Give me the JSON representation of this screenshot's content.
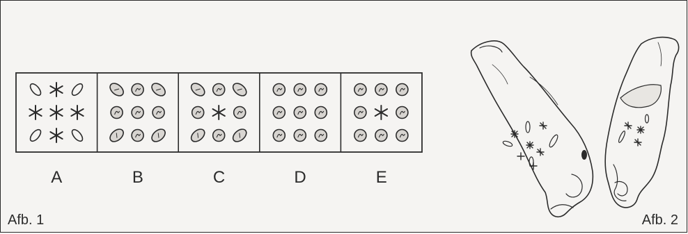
{
  "figures": {
    "afb1": {
      "caption": "Afb. 1",
      "panels": [
        {
          "label": "A",
          "motifs": [
            "leaf",
            "star",
            "leaf",
            "star",
            "star",
            "star",
            "leaf",
            "star",
            "leaf"
          ]
        },
        {
          "label": "B",
          "motifs": [
            "leaf",
            "seed",
            "leaf",
            "seed",
            "seed",
            "seed",
            "leaf",
            "seed",
            "leaf"
          ]
        },
        {
          "label": "C",
          "motifs": [
            "leaf",
            "seed",
            "leaf",
            "seed",
            "star",
            "seed",
            "leaf",
            "seed",
            "leaf"
          ]
        },
        {
          "label": "D",
          "motifs": [
            "seed",
            "seed",
            "seed",
            "seed",
            "seed",
            "seed",
            "seed",
            "seed",
            "seed"
          ]
        },
        {
          "label": "E",
          "motifs": [
            "seed",
            "seed",
            "seed",
            "seed",
            "star",
            "seed",
            "seed",
            "seed",
            "seed"
          ]
        }
      ]
    },
    "afb2": {
      "caption": "Afb. 2"
    }
  },
  "colors": {
    "ink": "#2b2b2b",
    "paper": "#f5f4f2"
  }
}
